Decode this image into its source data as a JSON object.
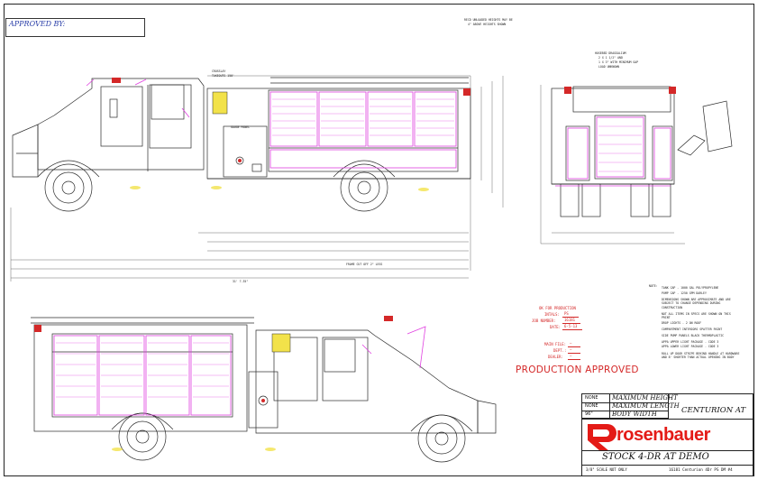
{
  "approval": {
    "label": "APPROVED BY:"
  },
  "header_note": [
    "RECD UNLOADED HEIGHTS MAY BE",
    "4\" ABOVE HEIGHTS SHOWN"
  ],
  "side_view_callouts": {
    "crossway": [
      "CROSSLAY",
      "TAKEOUTS 150'"
    ],
    "gauge_panel": "GAUGE PANEL",
    "frame_cut_off": "FRAME CUT OFF 2\" LESS"
  },
  "overall_length": "31' 7.35\"",
  "rear_callout": [
    "HOSEBED DRAGGALIUM",
    "2 X 1 1/2\" AND",
    "1 X 3\" WITH MINIMUM GAP",
    "LOAD UNKNOWN"
  ],
  "production_stamp": {
    "ok_for_production": "OK FOR PRODUCTION",
    "initials_label": "INTALS:",
    "initials_value": "PS",
    "job_number_label": "JOB NUMBER:",
    "job_number_value": "16181",
    "date_label": "DATE:",
    "date_value": "6-5-13",
    "main_file_label": "MAIN FILE:",
    "main_file_value": "–",
    "dept_label": "DEPT.:",
    "dept_value": "–",
    "dealer_label": "DEALER:",
    "dealer_value": "–",
    "approved": "PRODUCTION APPROVED"
  },
  "notes": {
    "heading": "NOTE:",
    "items": [
      "TANK CAP - 1000 GAL POLYPROPYLENE",
      "PUMP CAP - 1250 GPM DARLEY",
      "DIMENSIONS SHOWN ARE APPROXIMATE AND ARE SUBJECT TO CHANGE DEPENDING DURING CONSTRUCTION",
      "NOT ALL ITEMS IN SPECS ARE SHOWN ON THIS PRINT",
      "DROP LIGHTS - 2 ON ROOF",
      "COMPARTMENT INTERIORS SPATTER PAINT",
      "SIDE PUMP PANELS BLACK THERMOPLASTIC",
      "APPA UPPER LIGHT PACKAGE - CODE 3",
      "APPA LOWER LIGHT PACKAGE - CODE 3",
      "ROLL UP DOOR STRIPE BEHIND HANDLE AT HARDWARE AND 8' SHORTER THAN ACTUAL OPENING IN BODY"
    ]
  },
  "title_block": {
    "rows": [
      {
        "value": "NONE",
        "label": "MAXIMUM HEIGHT"
      },
      {
        "value": "NONE",
        "label": "MAXIMUM LENGTH"
      },
      {
        "value": "96\"",
        "label": "BODY WIDTH"
      }
    ],
    "model": "CENTURION AT",
    "company": "rosenbauer",
    "drawing_title": "STOCK 4-DR AT DEMO",
    "scale_note": "3/8\" SCALE NOT ONLY",
    "file_ref": "16181 Centurion 4Dr PS DM #4"
  },
  "colors": {
    "outline": "#2b2b2b",
    "compartment": "#e040e0",
    "warning_yellow": "#f2e24a",
    "stamp_red": "#d42828",
    "brand_red": "#e41b17"
  }
}
